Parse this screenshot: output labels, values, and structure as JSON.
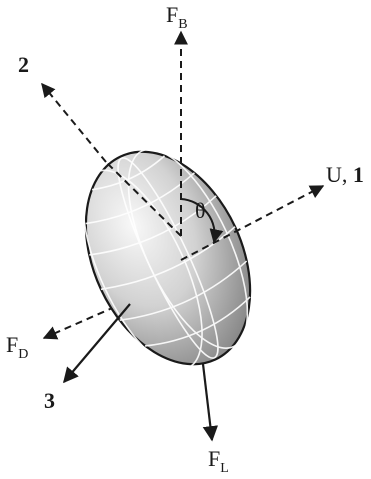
{
  "labels": {
    "fb": "F",
    "fb_sub": "B",
    "axis2": "2",
    "u": "U, ",
    "axis1": "1",
    "theta": "θ",
    "fd": "F",
    "fd_sub": "D",
    "axis3": "3",
    "fl": "F",
    "fl_sub": "L"
  },
  "colors": {
    "line": "#1a1a1a",
    "body_light": "#f6f6f6",
    "body_mid": "#c4c4c4",
    "body_dark": "#6e6e6e",
    "grid": "#ffffff"
  }
}
